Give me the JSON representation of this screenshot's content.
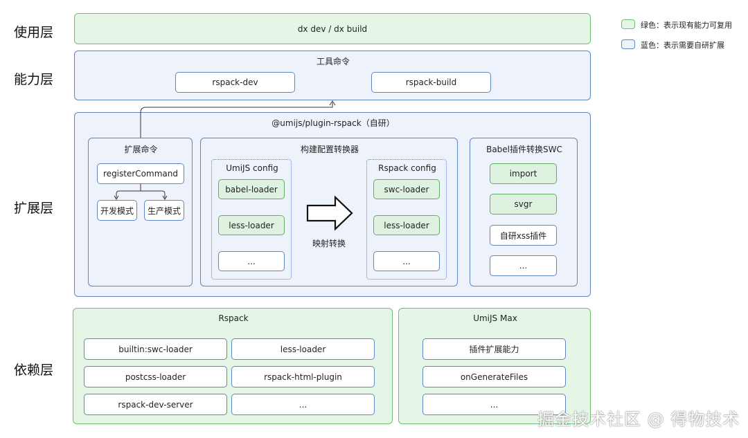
{
  "layers": {
    "use": "使用层",
    "capability": "能力层",
    "extension": "扩展层",
    "dependency": "依赖层"
  },
  "use_layer": {
    "command": "dx dev / dx build"
  },
  "capability_layer": {
    "title": "工具命令",
    "items": [
      "rspack-dev",
      "rspack-build"
    ]
  },
  "extension_layer": {
    "title": "@umijs/plugin-rspack（自研）",
    "ext_commands": {
      "title": "扩展命令",
      "register": "registerCommand",
      "modes": [
        "开发模式",
        "生产模式"
      ]
    },
    "config_converter": {
      "title": "构建配置转换器",
      "umijs_config": {
        "title": "UmiJS config",
        "items": [
          "babel-loader",
          "less-loader",
          "..."
        ]
      },
      "rspack_config": {
        "title": "Rspack config",
        "items": [
          "swc-loader",
          "less-loader",
          "..."
        ]
      },
      "arrow_label": "映射转换"
    },
    "babel_swc": {
      "title": "Babel插件转换SWC",
      "items": [
        "import",
        "svgr",
        "自研xss插件",
        "..."
      ]
    }
  },
  "dependency_layer": {
    "rspack": {
      "title": "Rspack",
      "items": [
        "builtin:swc-loader",
        "less-loader",
        "postcss-loader",
        "rspack-html-plugin",
        "rspack-dev-server",
        "..."
      ]
    },
    "umijs_max": {
      "title": "UmiJS Max",
      "items": [
        "插件扩展能力",
        "onGenerateFiles",
        "..."
      ]
    }
  },
  "legend": {
    "green": "绿色：表示现有能力可复用",
    "blue": "蓝色：表示需要自研扩展"
  },
  "watermark": "掘金技术社区 @ 得物技术",
  "colors": {
    "blue_border": "#5f86c4",
    "blue_fill": "#eef2fa",
    "green_border": "#6cbf73",
    "green_fill": "#e5f5e6"
  }
}
